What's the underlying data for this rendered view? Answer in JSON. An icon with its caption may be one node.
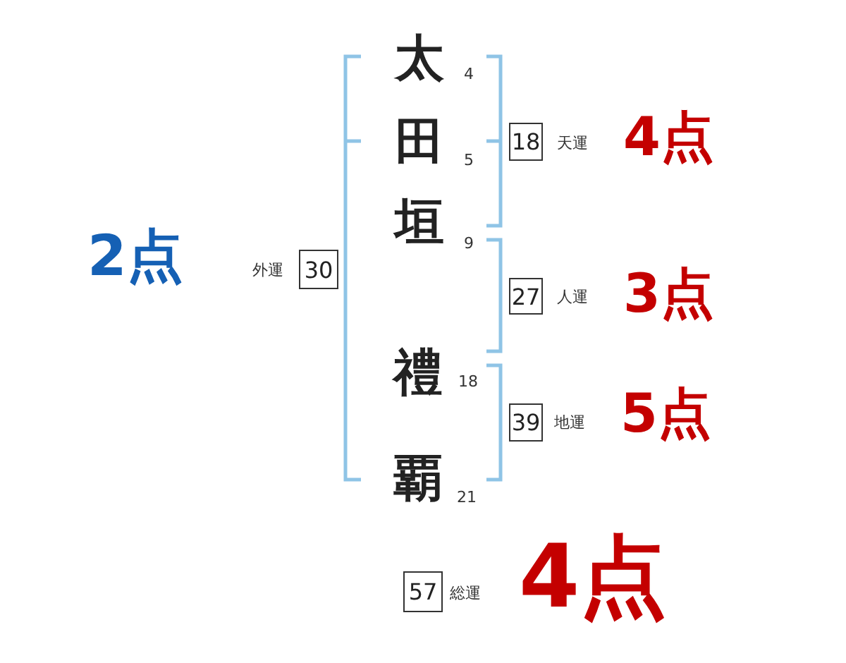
{
  "diagram": {
    "nodes": [
      {
        "text": [
          "18"
        ],
        "beside": [
          "天運",
          "4点"
        ]
      },
      {
        "text": [
          "27"
        ],
        "beside": [
          "人運",
          "3点"
        ]
      },
      {
        "text": [
          "39"
        ],
        "beside": [
          "地運",
          "5点"
        ]
      },
      {
        "text": [
          "30"
        ],
        "beside": [
          "外運",
          "2点"
        ]
      },
      {
        "text": [
          "57"
        ],
        "beside": [
          "総運",
          "4点"
        ]
      }
    ],
    "labels": [
      "太",
      "4",
      "田",
      "5",
      "垣",
      "9",
      "禮",
      "18",
      "覇",
      "21"
    ]
  }
}
